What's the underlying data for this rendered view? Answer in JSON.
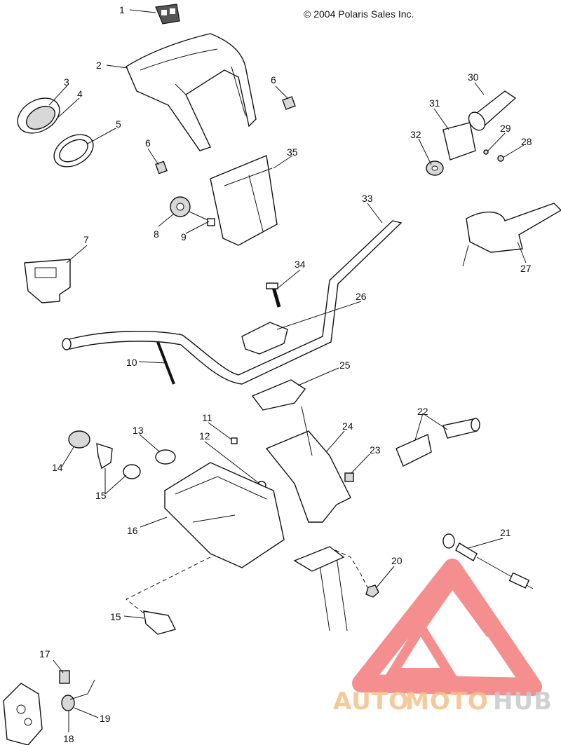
{
  "copyright": "© 2004 Polaris Sales Inc.",
  "callouts": {
    "c1": "1",
    "c2": "2",
    "c3": "3",
    "c4": "4",
    "c5": "5",
    "c6a": "6",
    "c6b": "6",
    "c7": "7",
    "c8": "8",
    "c9": "9",
    "c10": "10",
    "c11": "11",
    "c12": "12",
    "c13": "13",
    "c14": "14",
    "c15a": "15",
    "c15b": "15",
    "c16": "16",
    "c17": "17",
    "c18": "18",
    "c19": "19",
    "c20": "20",
    "c21": "21",
    "c22": "22",
    "c23": "23",
    "c24": "24",
    "c25": "25",
    "c26": "26",
    "c27": "27",
    "c28": "28",
    "c29": "29",
    "c30": "30",
    "c31": "31",
    "c32": "32",
    "c33": "33",
    "c34": "34",
    "c35": "35"
  },
  "watermark": {
    "part1": "AUTO",
    "part2": "MOTO",
    "part3": "HUB",
    "color_primary": "#f5c08a",
    "color_secondary": "#c9c9c9",
    "logo_color": "#f26a6a"
  }
}
